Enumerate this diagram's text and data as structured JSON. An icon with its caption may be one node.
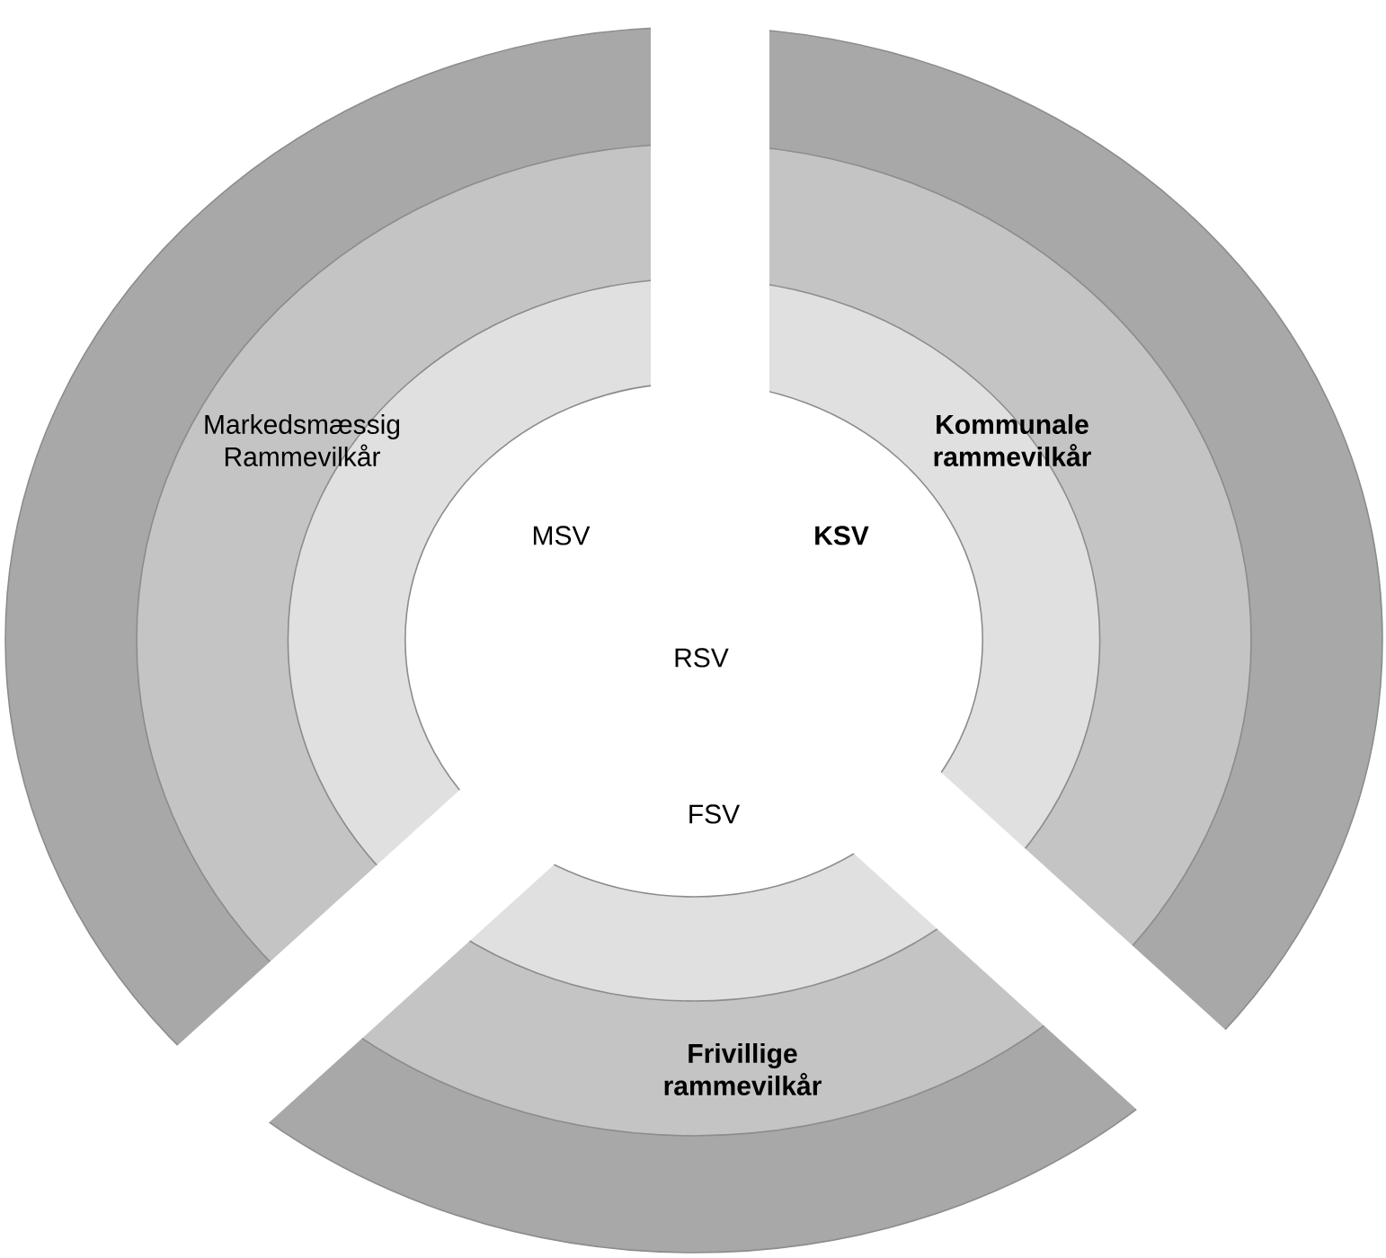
{
  "diagram": {
    "nodes": [
      {
        "text": [
          "Markedsmæssig Rammevilkår"
        ]
      },
      {
        "text": [
          "MSV"
        ]
      },
      {
        "text": [
          "Kommunale rammevilkår"
        ]
      },
      {
        "text": [
          "KSV"
        ]
      },
      {
        "text": [
          "RSV"
        ]
      },
      {
        "text": [
          "FSV"
        ]
      },
      {
        "text": [
          "Frivillige rammevilkår"
        ]
      }
    ]
  }
}
